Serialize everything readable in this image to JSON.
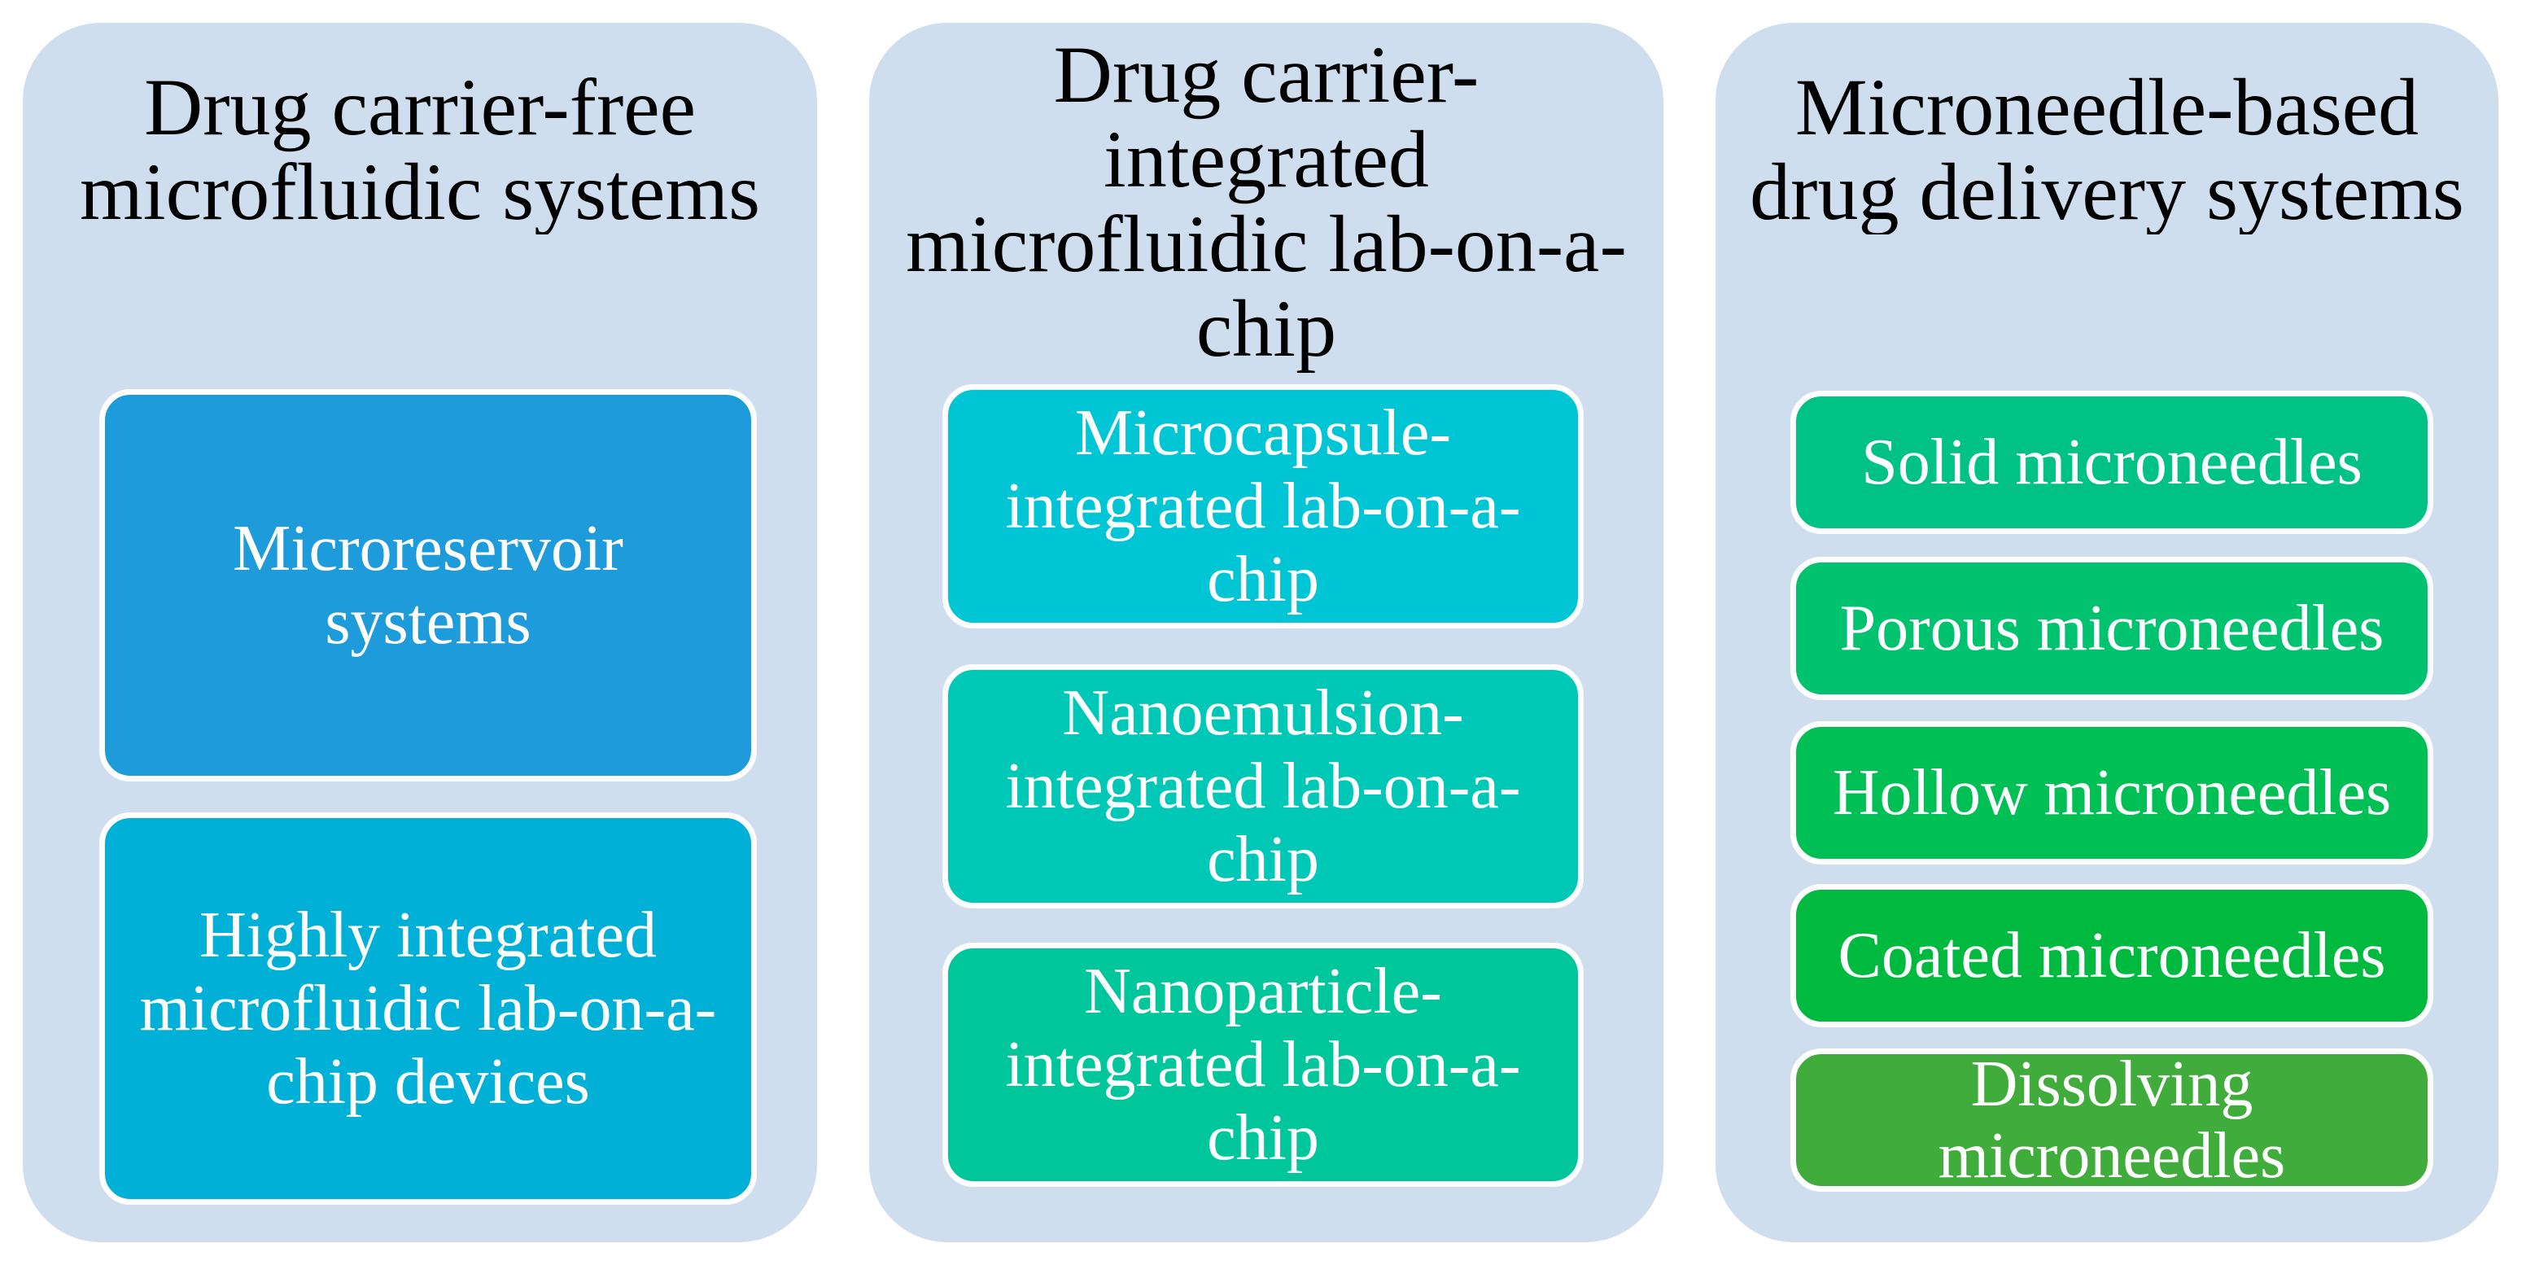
{
  "diagram": {
    "columns": [
      {
        "title": "Drug carrier-free microfluidic systems",
        "items": [
          {
            "label": "Microreservoir systems",
            "color": "#1e9bda"
          },
          {
            "label": "Highly integrated microfluidic lab-on-a-chip devices",
            "color": "#00b0d6"
          }
        ]
      },
      {
        "title": "Drug carrier-integrated microfluidic lab-on-a-chip",
        "items": [
          {
            "label": "Microcapsule-integrated lab-on-a-chip",
            "color": "#00c5d5"
          },
          {
            "label": "Nanoemulsion-integrated lab-on-a-chip",
            "color": "#00c8b6"
          },
          {
            "label": "Nanoparticle-integrated lab-on-a-chip",
            "color": "#00c79b"
          }
        ]
      },
      {
        "title": "Microneedle-based drug delivery systems",
        "items": [
          {
            "label": "Solid microneedles",
            "color": "#00c285"
          },
          {
            "label": "Porous microneedles",
            "color": "#00c26f"
          },
          {
            "label": "Hollow microneedles",
            "color": "#00bf55"
          },
          {
            "label": "Coated microneedles",
            "color": "#00b93f"
          },
          {
            "label": "Dissolving microneedles",
            "color": "#3fac3c"
          }
        ]
      }
    ],
    "colors": {
      "column_background": "#cfdeee",
      "box_border": "#ffffff",
      "title_text": "#000000",
      "box_text": "#ffffff"
    }
  }
}
